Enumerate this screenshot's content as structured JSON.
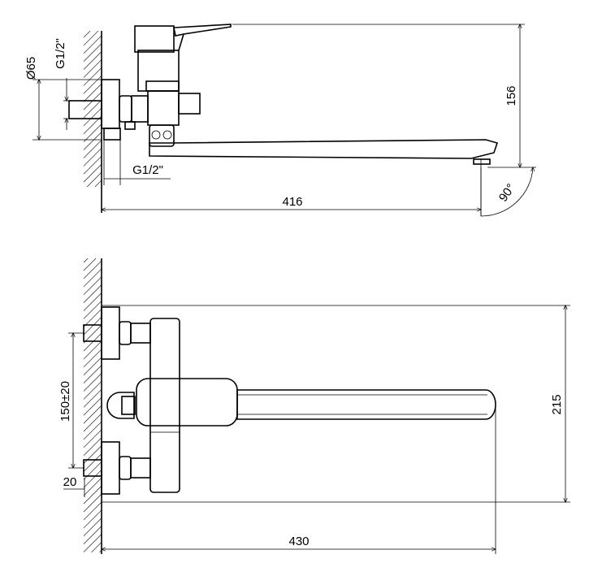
{
  "side_view": {
    "dim_diameter": "Ø65",
    "dim_thread_top": "G1/2\"",
    "dim_thread_bottom": "G1/2\"",
    "dim_height": "156",
    "dim_length": "416",
    "dim_angle": "90°"
  },
  "top_view": {
    "dim_center_distance": "150±20",
    "dim_offset": "20",
    "dim_height": "215",
    "dim_length": "430"
  }
}
